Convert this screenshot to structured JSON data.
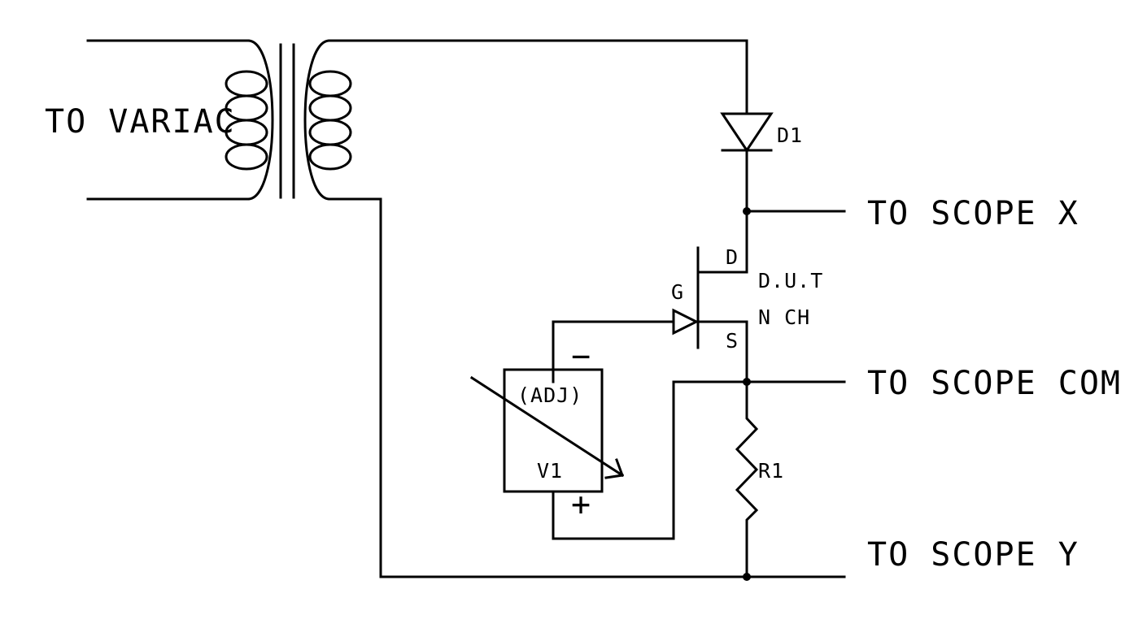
{
  "labels": {
    "variac": "TO VARIAC",
    "scope_x": "TO SCOPE X",
    "scope_com": "TO SCOPE COM",
    "scope_y": "TO SCOPE Y",
    "d1": "D1",
    "drain": "D",
    "dut": "D.U.T",
    "nch": "N CH",
    "gate": "G",
    "source": "S",
    "adj": "(ADJ)",
    "v1": "V1",
    "minus": "−",
    "plus": "+",
    "r1": "R1"
  },
  "colors": {
    "line": "#000000",
    "background": "#ffffff"
  }
}
